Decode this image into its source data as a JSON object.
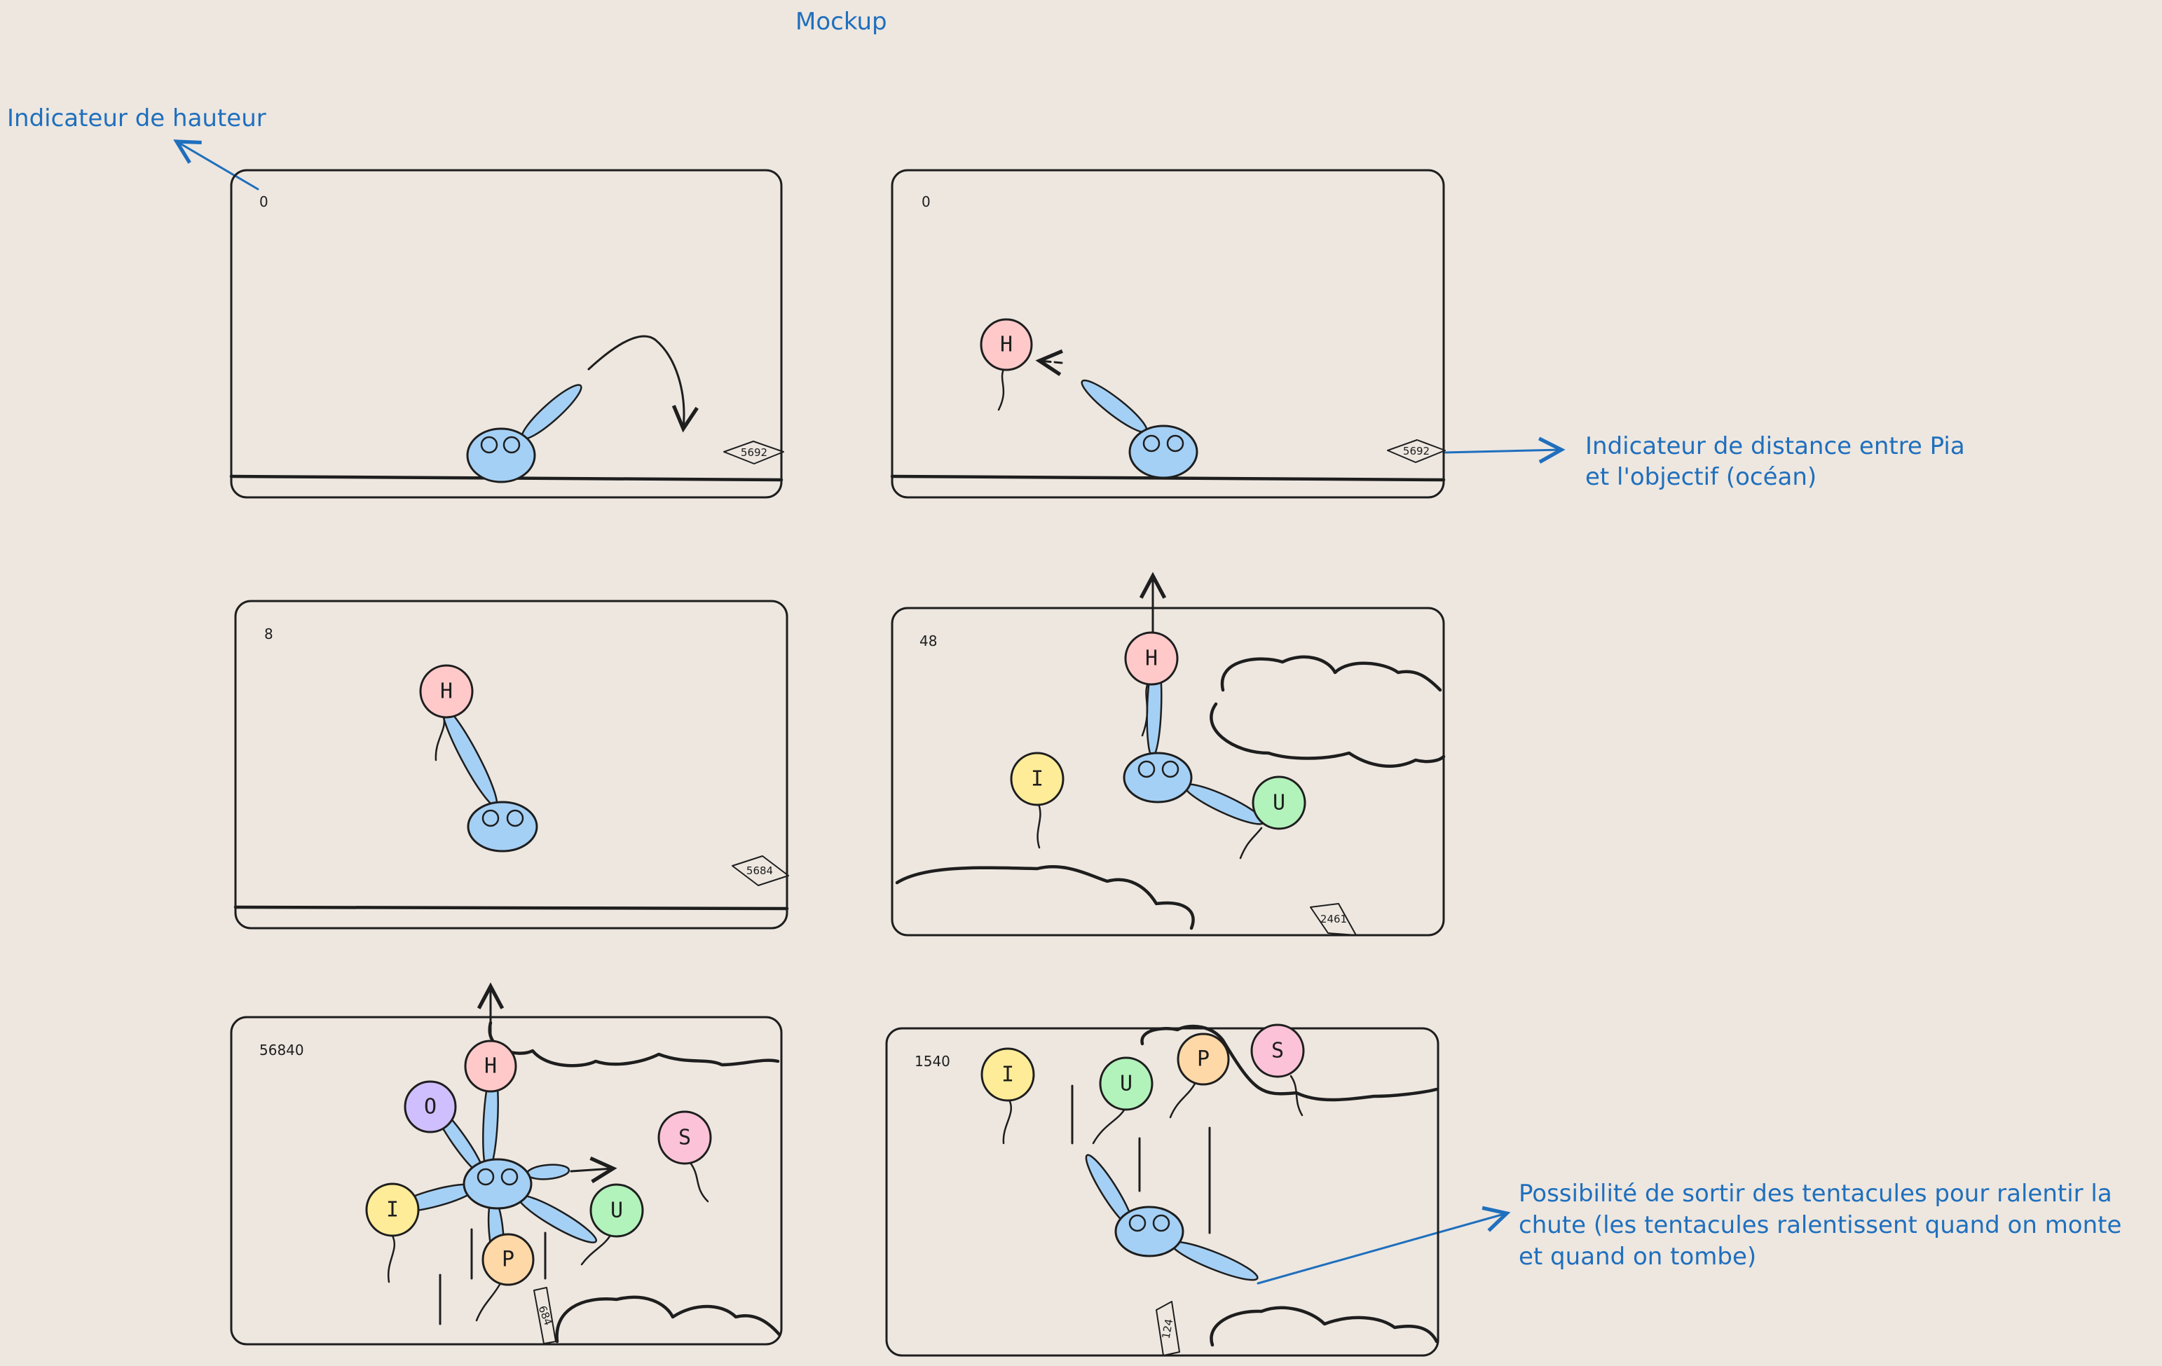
{
  "title": "Mockup",
  "annotations": {
    "height_indicator": "Indicateur de hauteur",
    "distance_indicator_line1": "Indicateur de distance entre Pia",
    "distance_indicator_line2": "et l'objectif (océan)",
    "tentacles_line1": "Possibilité de sortir des tentacules pour ralentir la",
    "tentacles_line2": "chute (les tentacules ralentissent quand on monte",
    "tentacles_line3": "et quand on tombe)"
  },
  "colors": {
    "annotation": "#1f6fbd",
    "background": "#ede7e0",
    "body": "#a5d0f5",
    "balloon_H": "#ffc9c9",
    "balloon_I": "#ffec99",
    "balloon_U": "#b2f2bb",
    "balloon_O": "#d0bfff",
    "balloon_P": "#ffd8a8",
    "balloon_S": "#fcc2d7"
  },
  "frames": [
    {
      "height": "0",
      "distance": "5692"
    },
    {
      "height": "0",
      "distance": "5692"
    },
    {
      "height": "8",
      "distance": "5684"
    },
    {
      "height": "48",
      "distance": "2461"
    },
    {
      "height": "56840",
      "distance": "684"
    },
    {
      "height": "1540",
      "distance": "124"
    }
  ],
  "balloons": {
    "H": "H",
    "I": "I",
    "U": "U",
    "O": "O",
    "P": "P",
    "S": "S"
  }
}
